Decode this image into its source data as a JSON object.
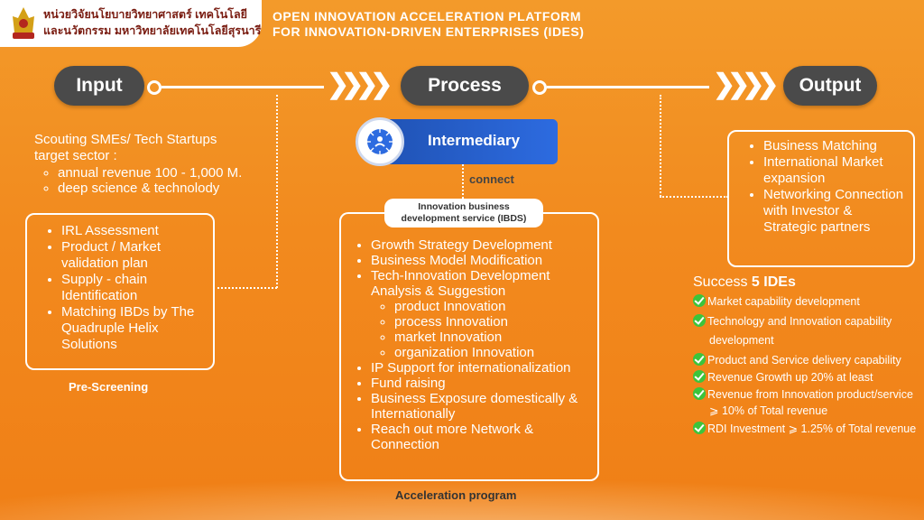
{
  "header": {
    "org_line1": "หน่วยวิจัยนโยบายวิทยาศาสตร์ เทคโนโลยี",
    "org_line2": "และนวัตกรรม มหาวิทยาลัยเทคโนโลยีสุรนารี",
    "platform_line1": "OPEN INNOVATION ACCELERATION PLATFORM",
    "platform_line2": "FOR INNOVATION-DRIVEN ENTERPRISES (IDES)"
  },
  "stages": {
    "input": "Input",
    "process": "Process",
    "output": "Output"
  },
  "input": {
    "intro_line1": "Scouting SMEs/ Tech Startups",
    "intro_line2": "target sector :",
    "targets": [
      "annual revenue 100 - 1,000 M.",
      "deep science & technolody"
    ],
    "prescreen_items": [
      "IRL Assessment",
      "Product / Market validation plan",
      "Supply - chain Identification",
      "Matching IBDs by The Quadruple Helix Solutions"
    ],
    "prescreen_label": "Pre-Screening"
  },
  "process": {
    "intermediary": "Intermediary",
    "connect": "connect",
    "ibds_line1": "Innovation business",
    "ibds_line2": "development service (IBDS)",
    "items_a": [
      "Growth Strategy Development",
      "Business Model Modification",
      "Tech-Innovation Development Analysis & Suggestion"
    ],
    "sub_items": [
      "product Innovation",
      "process Innovation",
      "market Innovation",
      "organization Innovation"
    ],
    "items_b": [
      "IP Support for internationalization",
      "Fund raising",
      "Business Exposure domestically & Internationally",
      "Reach out more Network & Connection"
    ],
    "program_label": "Acceleration program"
  },
  "output": {
    "items": [
      "Business Matching",
      "International Market expansion",
      "Networking Connection with Investor & Strategic partners"
    ],
    "success_prefix": "Success",
    "success_count": "5 IDEs",
    "success_items": [
      "Market capability development",
      "Technology and Innovation capability development",
      "Product and Service delivery capability",
      "Revenue Growth up 20% at least",
      "Revenue from Innovation product/service ⩾ 10% of Total revenue",
      "RDI Investment ⩾ 1.25% of Total revenue"
    ]
  },
  "colors": {
    "background": "#f28a1e",
    "pill": "#4a4a4a",
    "intermediary": "#2d6be0",
    "check": "#3cc43c"
  }
}
